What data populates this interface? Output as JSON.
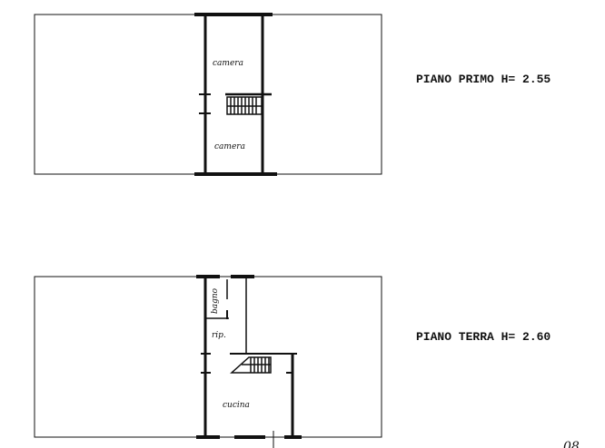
{
  "floors": [
    {
      "title": "PIANO PRIMO H= 2.55",
      "rooms": [
        "camera",
        "camera"
      ]
    },
    {
      "title": "PIANO TERRA H= 2.60",
      "rooms": [
        "bagno",
        "rip.",
        "cucina"
      ]
    }
  ],
  "page_number": "08",
  "colors": {
    "ink": "#111111",
    "paper": "#ffffff"
  }
}
